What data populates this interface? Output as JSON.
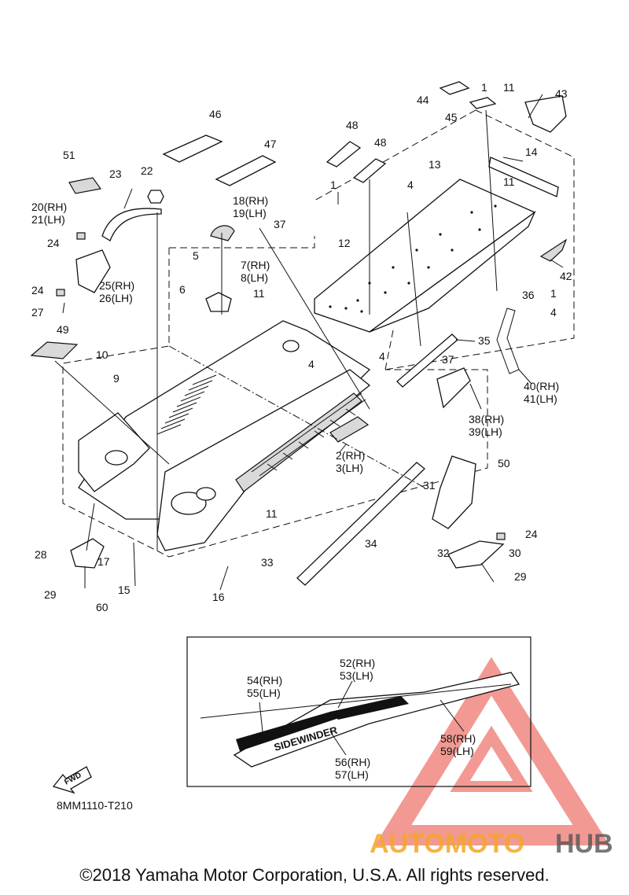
{
  "diagram_code": "8MM1110-T210",
  "copyright": "©2018 Yamaha Motor Corporation, U.S.A. All rights reserved.",
  "watermark": {
    "word1": "AUTOMOTO",
    "word2": "HUB",
    "color1": "#f5a623",
    "color2": "#555555",
    "logo_color": "#e8463c"
  },
  "fwd_arrow": "FWD",
  "decal_text": "SIDEWINDER",
  "callouts": {
    "c1": "1",
    "c1b": "1",
    "c1c": "1",
    "c2": "2(RH)",
    "c3": "3(LH)",
    "c4a": "4",
    "c4b": "4",
    "c4c": "4",
    "c4d": "4",
    "c5": "5",
    "c6": "6",
    "c7": "7(RH)",
    "c8": "8(LH)",
    "c9": "9",
    "c10": "10",
    "c11a": "11",
    "c11b": "11",
    "c11c": "11",
    "c11d": "11",
    "c12": "12",
    "c13": "13",
    "c14": "14",
    "c15": "15",
    "c16": "16",
    "c17": "17",
    "c18": "18(RH)",
    "c19": "19(LH)",
    "c20": "20(RH)",
    "c21": "21(LH)",
    "c22": "22",
    "c23": "23",
    "c24a": "24",
    "c24b": "24",
    "c24c": "24",
    "c25": "25(RH)",
    "c26": "26(LH)",
    "c27": "27",
    "c28": "28",
    "c29a": "29",
    "c29b": "29",
    "c30": "30",
    "c31": "31",
    "c32": "32",
    "c33": "33",
    "c34": "34",
    "c35": "35",
    "c36": "36",
    "c37a": "37",
    "c37b": "37",
    "c38": "38(RH)",
    "c39": "39(LH)",
    "c40": "40(RH)",
    "c41": "41(LH)",
    "c42": "42",
    "c43": "43",
    "c44": "44",
    "c45": "45",
    "c46": "46",
    "c47": "47",
    "c48a": "48",
    "c48b": "48",
    "c49": "49",
    "c50": "50",
    "c51": "51",
    "c52": "52(RH)",
    "c53": "53(LH)",
    "c54": "54(RH)",
    "c55": "55(LH)",
    "c56": "56(RH)",
    "c57": "57(LH)",
    "c58": "58(RH)",
    "c59": "59(LH)",
    "c60": "60"
  }
}
